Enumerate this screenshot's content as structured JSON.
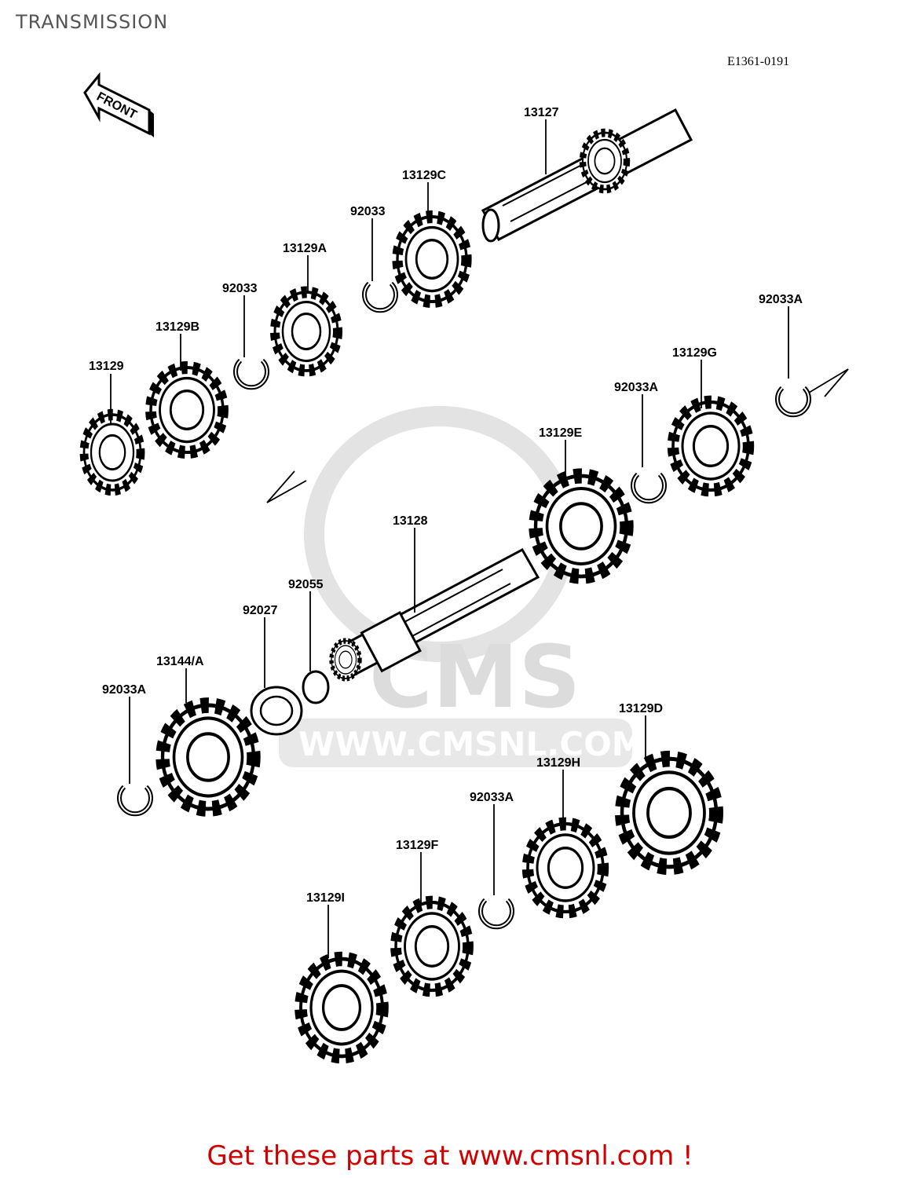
{
  "header": {
    "title": "TRANSMISSION",
    "diagram_code": "E1361-0191"
  },
  "front_arrow_label": "FRONT",
  "watermark": {
    "logo_text": "CMS",
    "url_text": "WWW.CMSNL.COM"
  },
  "parts": {
    "p13127": "13127",
    "p13129C": "13129C",
    "p92033_top": "92033",
    "p13129A": "13129A",
    "p92033_mid": "92033",
    "p13129B": "13129B",
    "p13129": "13129",
    "p92033A_right": "92033A",
    "p13129G": "13129G",
    "p92033A_gear": "92033A",
    "p13129E": "13129E",
    "p13128": "13128",
    "p92055": "92055",
    "p92027": "92027",
    "p13144A": "13144/A",
    "p92033A_left": "92033A",
    "p13129D": "13129D",
    "p13129H": "13129H",
    "p92033A_bottom": "92033A",
    "p13129F": "13129F",
    "p13129I": "13129I"
  },
  "footer": {
    "cta": "Get these parts at www.cmsnl.com !"
  },
  "colors": {
    "footer_text": "#d10000",
    "title_text": "#555555",
    "watermark": "#dcdcdc"
  }
}
